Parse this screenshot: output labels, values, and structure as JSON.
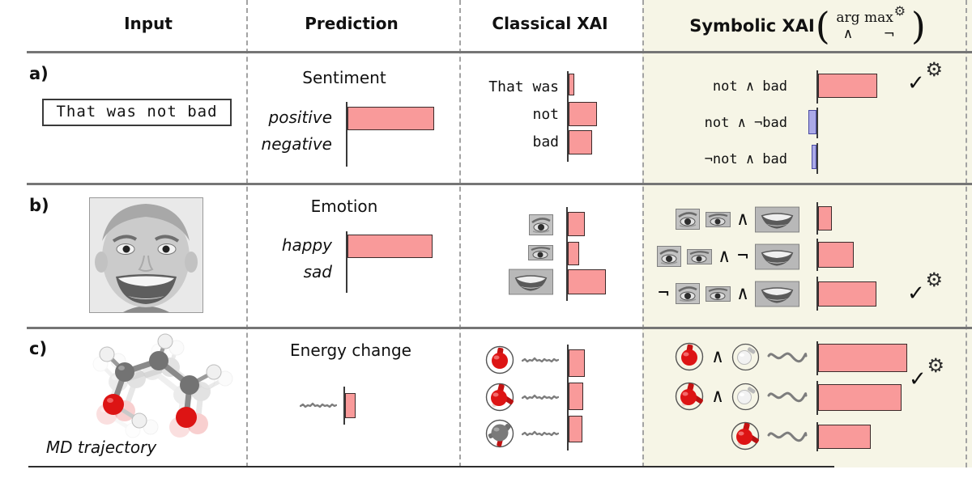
{
  "header": {
    "columns": {
      "input": "Input",
      "prediction": "Prediction",
      "classical": "Classical XAI",
      "symbolic": "Symbolic XAI"
    },
    "formula": {
      "open": "(",
      "argmax": "arg max",
      "gear": "⚙",
      "ops": "∧ ¬",
      "close": ")"
    }
  },
  "symbols": {
    "and": "∧",
    "not": "¬",
    "check": "✓",
    "gear": "⚙"
  },
  "rows": {
    "a": {
      "label": "a)",
      "input_text": "That was not bad",
      "prediction": {
        "title": "Sentiment",
        "bars": [
          {
            "label": "positive",
            "value": 107
          },
          {
            "label": "negative",
            "value": 0
          }
        ]
      },
      "classical": {
        "items": [
          {
            "label": "That was",
            "value": 7
          },
          {
            "label": "not",
            "value": 35
          },
          {
            "label": "bad",
            "value": 29
          }
        ]
      },
      "symbolic": {
        "items": [
          {
            "label": "not ∧ bad",
            "value": 73,
            "color": "pink",
            "argmax_selected": true
          },
          {
            "label": "not ∧ ¬bad",
            "value": -10,
            "color": "blue"
          },
          {
            "label": "¬not ∧ bad",
            "value": -6,
            "color": "blue"
          }
        ]
      }
    },
    "b": {
      "label": "b)",
      "input_image": "smiling-boy-face-photo",
      "prediction": {
        "title": "Emotion",
        "bars": [
          {
            "label": "happy",
            "value": 105
          },
          {
            "label": "sad",
            "value": 0
          }
        ]
      },
      "classical": {
        "items": [
          {
            "parts": [
              "eye-left"
            ],
            "value": 21
          },
          {
            "parts": [
              "eye-right"
            ],
            "value": 14
          },
          {
            "parts": [
              "mouth"
            ],
            "value": 47
          }
        ]
      },
      "symbolic": {
        "items": [
          {
            "parts": [
              "eye-left",
              "eye-right",
              "and",
              "mouth"
            ],
            "value": 17
          },
          {
            "parts": [
              "eye-left",
              "eye-right",
              "and",
              "not",
              "mouth"
            ],
            "value": 44
          },
          {
            "parts": [
              "not",
              "eye-left",
              "eye-right",
              "and",
              "mouth"
            ],
            "value": 72,
            "argmax_selected": true
          }
        ]
      }
    },
    "c": {
      "label": "c)",
      "input_image": "molecule-md-trajectory",
      "input_caption": "MD trajectory",
      "prediction": {
        "title": "Energy change",
        "bars": [
          {
            "label": "energy",
            "value": 13
          }
        ]
      },
      "classical": {
        "items": [
          {
            "parts": [
              "atom-oxygen",
              "squiggle"
            ],
            "value": 20
          },
          {
            "parts": [
              "atom-oxygen-bonded",
              "squiggle"
            ],
            "value": 18
          },
          {
            "parts": [
              "atom-carbon",
              "squiggle"
            ],
            "value": 17
          }
        ]
      },
      "symbolic": {
        "items": [
          {
            "parts": [
              "atom-oxygen",
              "and",
              "atom-hydrogen",
              "squiggle-big"
            ],
            "value": 110,
            "argmax_selected": true
          },
          {
            "parts": [
              "atom-oxygen-bonded",
              "and",
              "atom-hydrogen",
              "squiggle-big"
            ],
            "value": 103
          },
          {
            "parts": [
              "atom-oxygen-bonded",
              "squiggle-big"
            ],
            "value": 65
          }
        ]
      }
    }
  },
  "colors": {
    "bar_positive": "#f99a9a",
    "bar_negative": "#abaae8",
    "panel_background": "#f6f5e6"
  }
}
